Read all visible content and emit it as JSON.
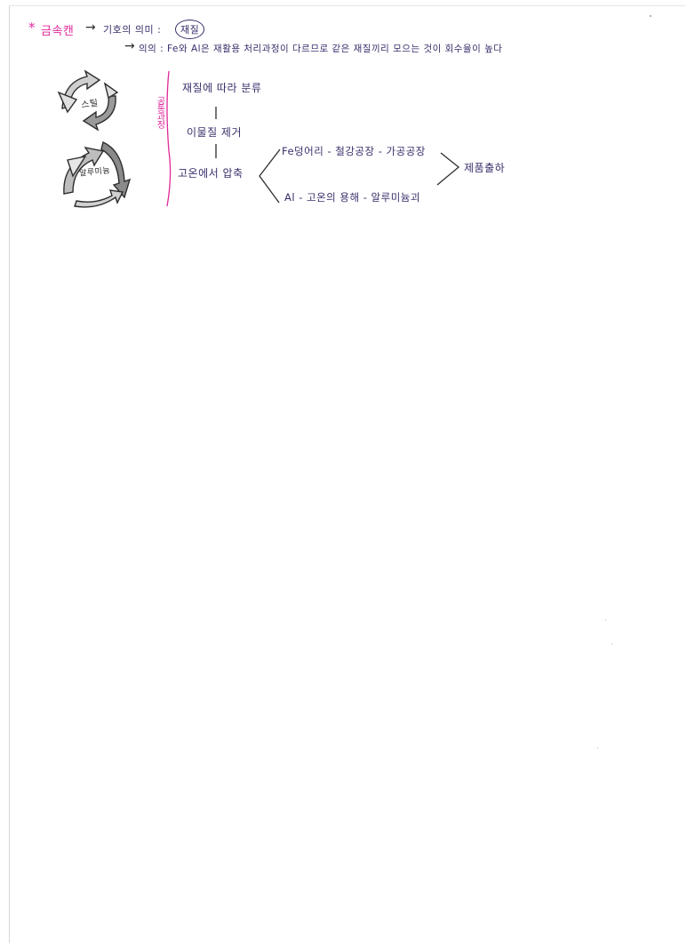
{
  "header": {
    "star": "*",
    "topic": "금속캔",
    "arrow1": "→",
    "meaning_label": "기호의 의미 :",
    "meaning_value": "재질",
    "arrow2": "→",
    "meaning_note": "의의 : Fe와 Al은 재활용 처리과정이 다르므로 같은 재질끼리 모으는 것이 회수율이 높다"
  },
  "cycles": [
    {
      "label": "스틸",
      "icon": "recycle-icon"
    },
    {
      "label": "알루미늄",
      "icon": "recycle-icon"
    }
  ],
  "process": {
    "side_label": "공통과정",
    "steps": [
      "재질에 따라 분류",
      "이물질 제거",
      "고온에서 압축"
    ],
    "connector": "|"
  },
  "branches": {
    "fe": "Fe덩어리 - 철강공장 - 가공공장",
    "al": "Al - 고온의 용해 - 알루미늄괴",
    "result": "제품출하"
  },
  "colors": {
    "ink_blue": "#3a2f6b",
    "ink_pink": "#e0289a",
    "ink_dark": "#2d2d2d"
  }
}
